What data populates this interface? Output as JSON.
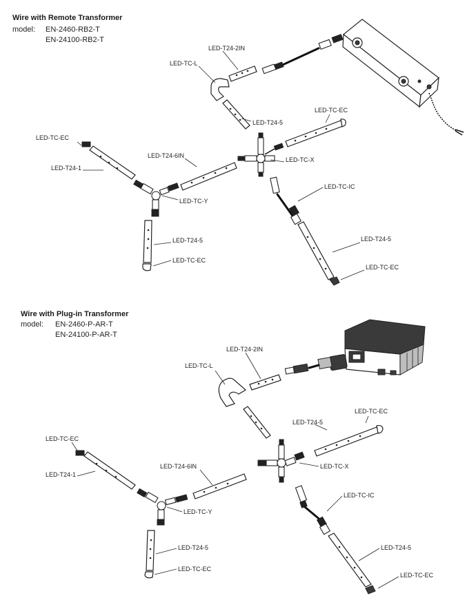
{
  "sections": [
    {
      "title": "Wire with Remote Transformer",
      "model_label": "model:",
      "models": [
        "EN-2460-RB2-T",
        "EN-24100-RB2-T"
      ]
    },
    {
      "title": "Wire with Plug-in Transformer",
      "model_label": "model:",
      "models": [
        "EN-2460-P-AR-T",
        "EN-24100-P-AR-T"
      ]
    }
  ],
  "parts": {
    "t24_2in": "LED-T24-2IN",
    "tc_l": "LED-TC-L",
    "t24_5": "LED-T24-5",
    "tc_ec": "LED-TC-EC",
    "t24_1": "LED-T24-1",
    "t24_6in": "LED-T24-6IN",
    "tc_x": "LED-TC-X",
    "tc_ic": "LED-TC-IC",
    "tc_y": "LED-TC-Y"
  }
}
